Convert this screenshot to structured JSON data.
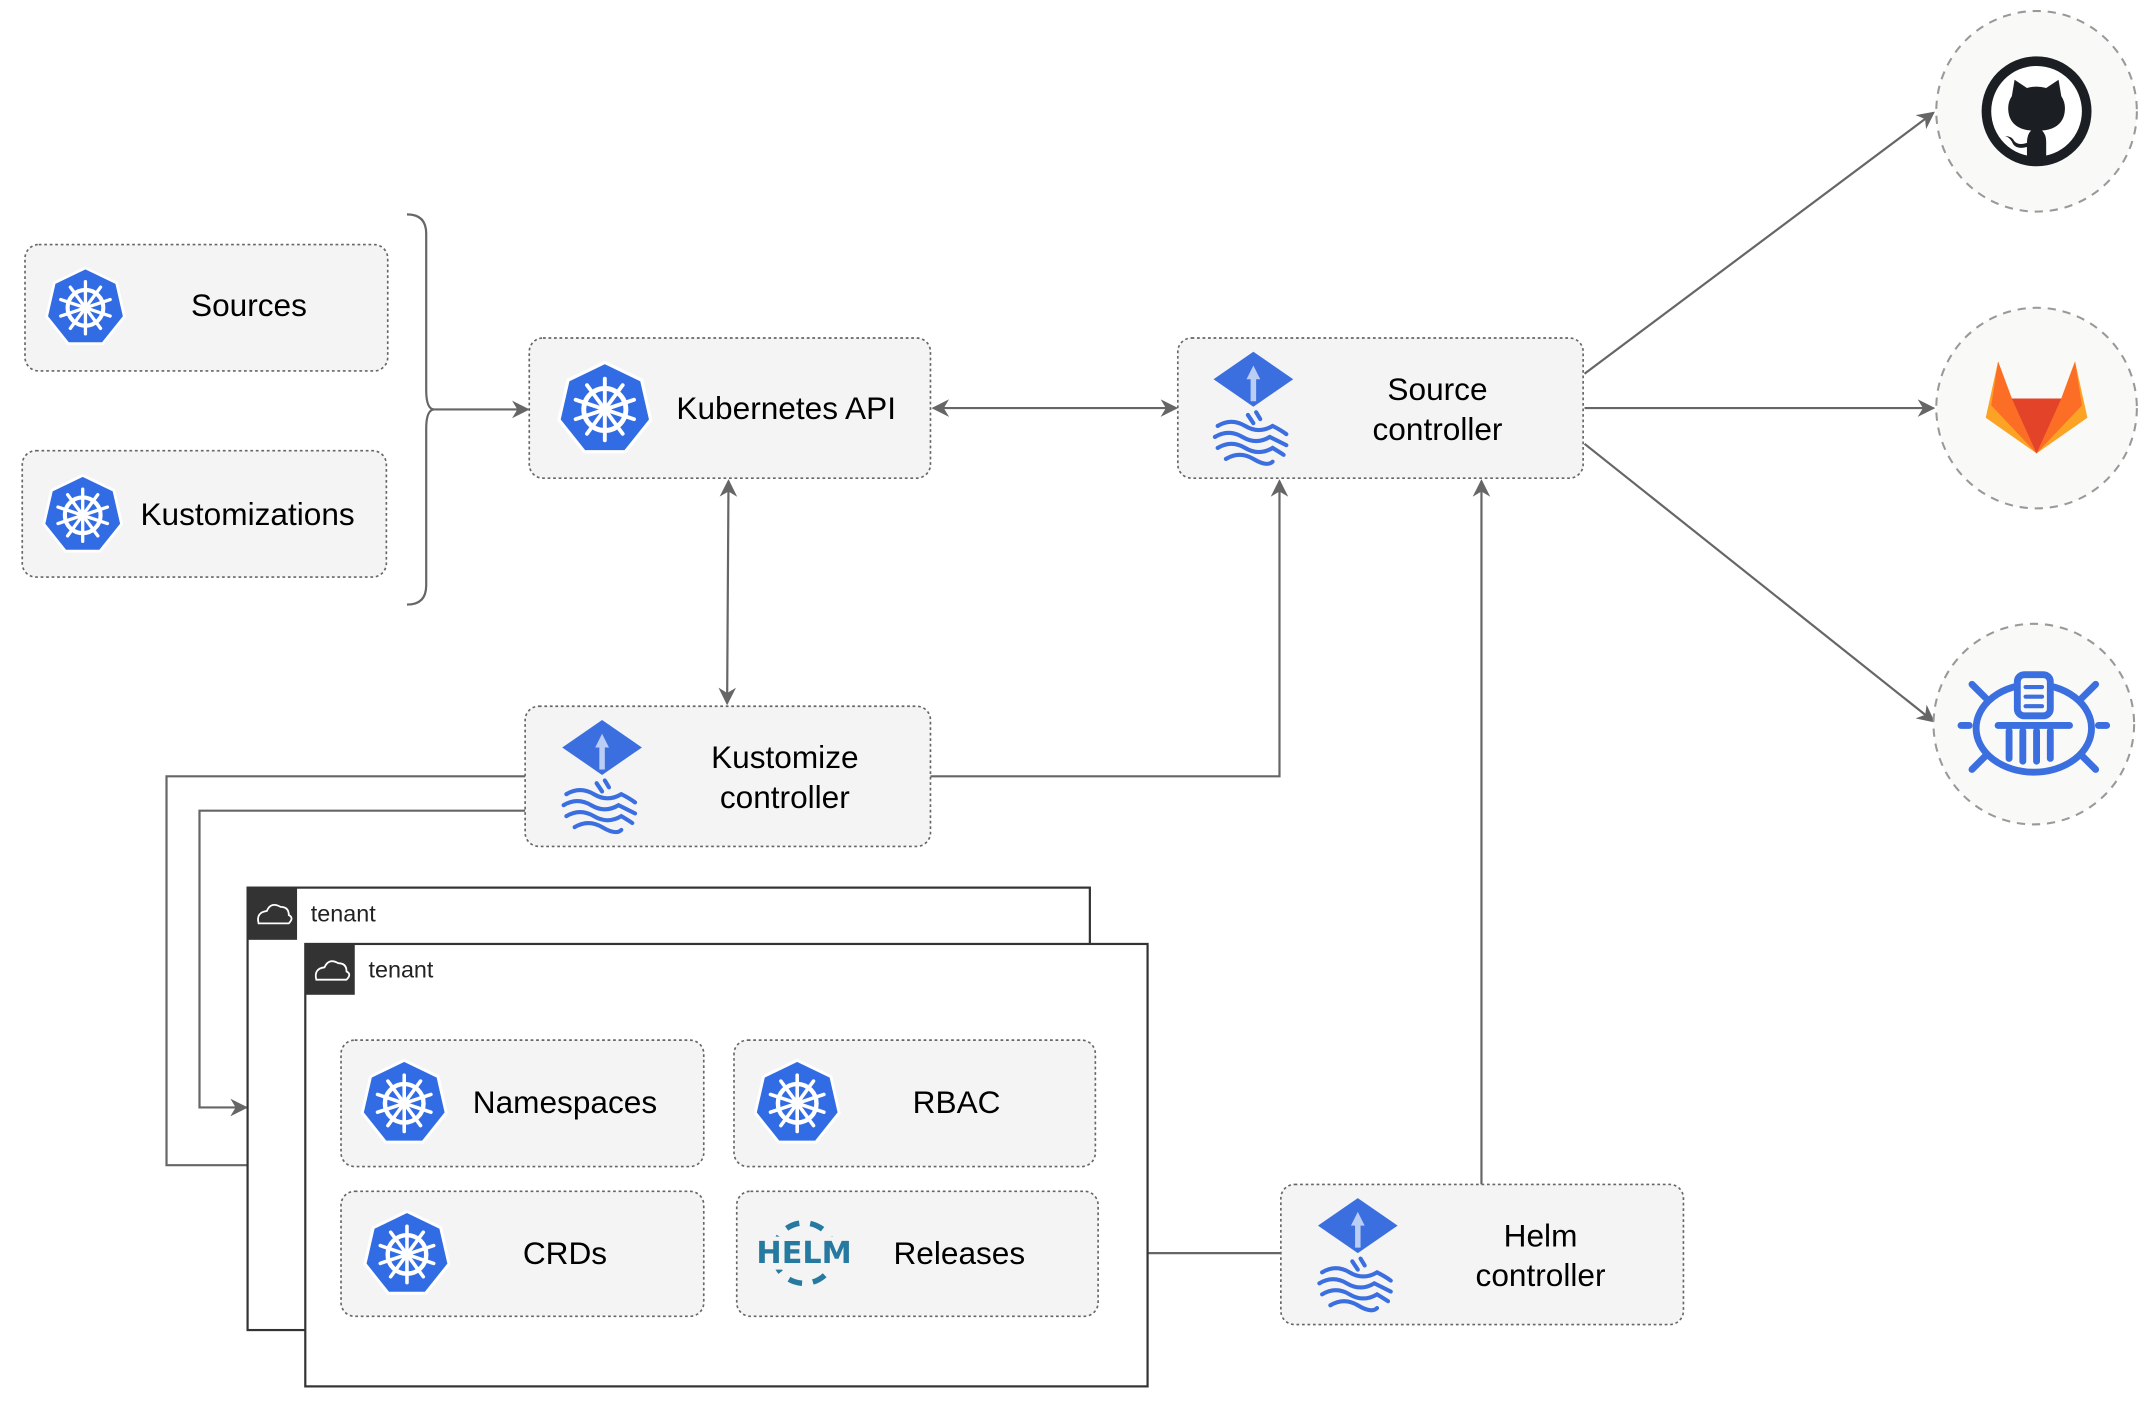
{
  "nodes": {
    "sources": "Sources",
    "kustomizations": "Kustomizations",
    "kubernetes_api": "Kubernetes API",
    "source_controller": [
      "Source",
      "controller"
    ],
    "kustomize_controller": [
      "Kustomize",
      "controller"
    ],
    "helm_controller": [
      "Helm",
      "controller"
    ],
    "namespaces": "Namespaces",
    "rbac": "RBAC",
    "crds": "CRDs",
    "releases": "Releases",
    "helm_logo": "HELM"
  },
  "tenants": [
    "tenant",
    "tenant"
  ],
  "external_sources": [
    "github-icon",
    "gitlab-icon",
    "bucket-icon"
  ],
  "colors": {
    "kubernetes_blue": "#326ce5",
    "flux_blue": "#3b6fe0",
    "helm_blue": "#277a9f",
    "gitlab_orange": "#e24329",
    "github_dark": "#1b1f23",
    "tenant_header": "#333333",
    "edge": "#666666"
  }
}
